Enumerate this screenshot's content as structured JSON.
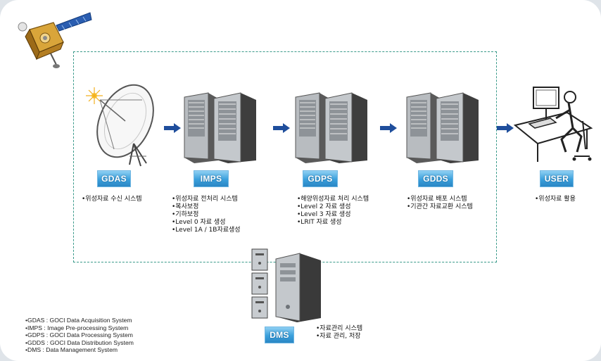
{
  "nodes": {
    "gdas": {
      "label": "GDAS",
      "lines": [
        "•위성자료 수신 시스템"
      ]
    },
    "imps": {
      "label": "IMPS",
      "lines": [
        "•위성자료 전처리 시스템",
        "•복사보정",
        "•기하보정",
        "•Level 0 자료 생성",
        "•Level 1A / 1B자료생성"
      ]
    },
    "gdps": {
      "label": "GDPS",
      "lines": [
        "•해양위성자료 처리 시스템",
        "•Level 2 자료 생성",
        "•Level 3 자료 생성",
        "•LRIT 자료 생성"
      ]
    },
    "gdds": {
      "label": "GDDS",
      "lines": [
        "•위성자료 배포 시스템",
        "•기관간 자료교환 시스템"
      ]
    },
    "user": {
      "label": "USER",
      "lines": [
        "•위성자료 활용"
      ]
    },
    "dms": {
      "label": "DMS",
      "lines": [
        "•자료관리 시스템",
        "•자료 관리, 저장"
      ]
    }
  },
  "legend": [
    "•GDAS : GOCI Data Acquisition System",
    "•IMPS : Image Pre-processing System",
    "•GDPS : GOCI Data Processing System",
    "•GDDS : GOCI Data Distribution System",
    "•DMS   : Data Management System"
  ],
  "colors": {
    "badge": "#3aa0dc",
    "arrow": "#1f4e9c",
    "dashed_border": "#3a9a8a"
  }
}
